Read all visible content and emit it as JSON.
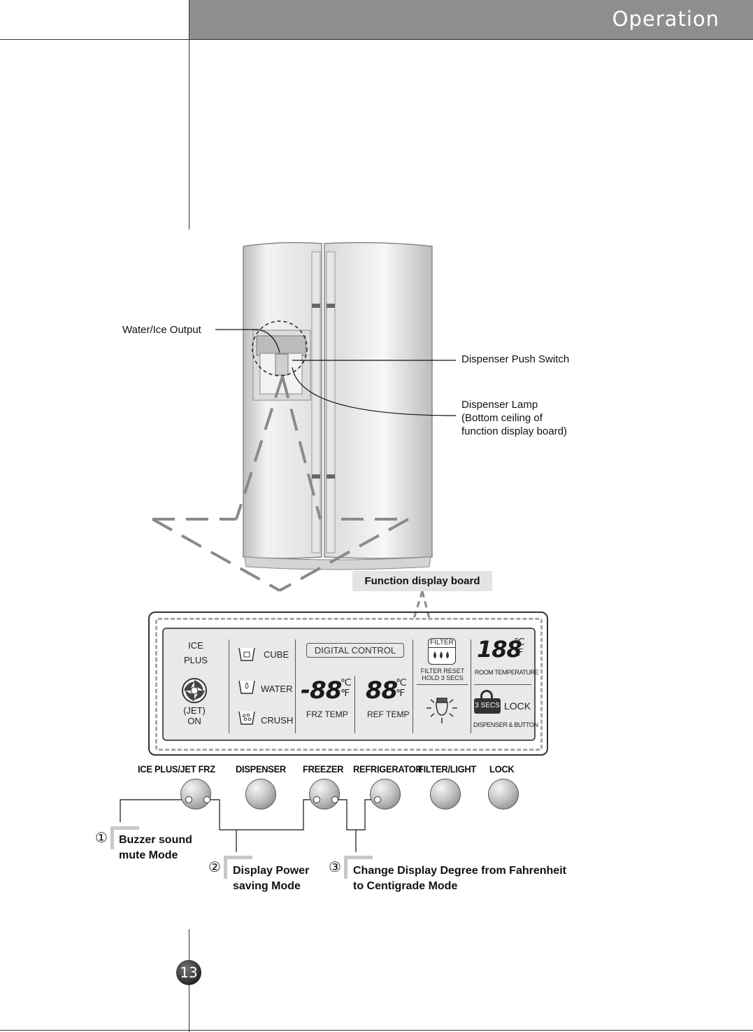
{
  "header": {
    "title": "Operation"
  },
  "callouts": {
    "water_ice_output": "Water/Ice Output",
    "dispenser_push_switch": "Dispenser Push Switch",
    "dispenser_lamp": [
      "Dispenser Lamp",
      "(Bottom  ceiling of",
      "function display board)"
    ]
  },
  "function_display_board_label": "Function  display  board",
  "panel": {
    "ice_plus": [
      "ICE",
      "PLUS"
    ],
    "jet_on": [
      "(JET)",
      "ON"
    ],
    "dispenser_modes": [
      "CUBE",
      "WATER",
      "CRUSH"
    ],
    "digital_control": "DIGITAL CONTROL",
    "frz_display": "-88",
    "ref_display": "88",
    "unit_c": "℃",
    "unit_f": "℉",
    "frz_temp": "FRZ TEMP",
    "ref_temp": "REF TEMP",
    "filter": "FILTER",
    "filter_reset": [
      "FILTER RESET",
      "HOLD 3 SECS"
    ],
    "room_display": "188",
    "room_temperature": "ROOM TEMPERATURE",
    "three_secs": "3 SECS",
    "lock": "LOCK",
    "dispenser_button": "DISPENSER & BUTTON"
  },
  "buttons": [
    {
      "label": "ICE PLUS/JET FRZ"
    },
    {
      "label": "DISPENSER"
    },
    {
      "label": "FREEZER"
    },
    {
      "label": "REFRIGERATOR"
    },
    {
      "label": "FILTER/LIGHT"
    },
    {
      "label": "LOCK"
    }
  ],
  "modes": [
    {
      "number": "①",
      "lines": [
        "Buzzer sound",
        "mute  Mode"
      ]
    },
    {
      "number": "②",
      "lines": [
        "Display Power",
        "saving Mode"
      ]
    },
    {
      "number": "③",
      "lines": [
        "Change Display Degree from Fahrenheit",
        "to  Centigrade Mode"
      ]
    }
  ],
  "page_number": "13"
}
